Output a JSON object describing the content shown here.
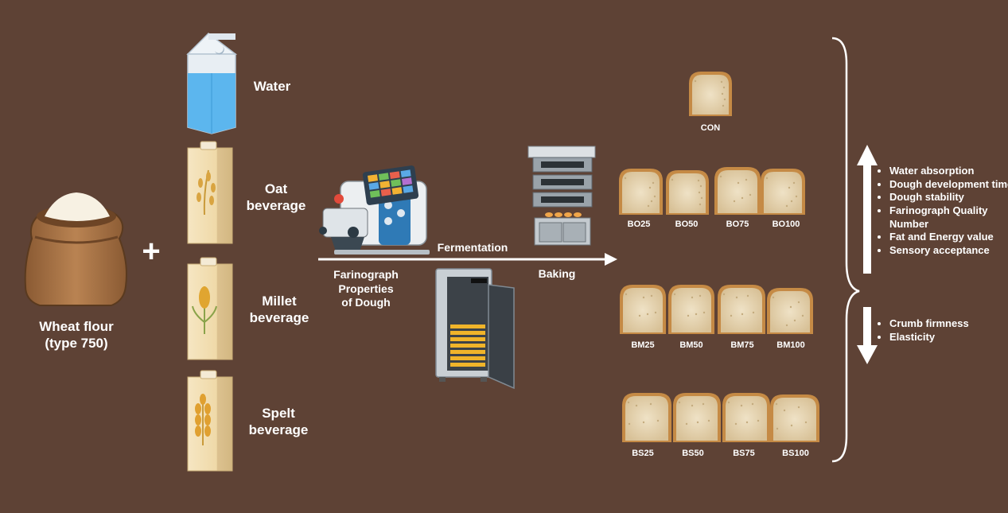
{
  "ingredients": {
    "wheat_flour": "Wheat flour\n(type 750)",
    "plus": "+",
    "water": "Water",
    "oat": "Oat\nbeverage",
    "millet": "Millet\nbeverage",
    "spelt": "Spelt\nbeverage"
  },
  "process": {
    "farinograph": "Farinograph\nProperties\nof Dough",
    "fermentation": "Fermentation",
    "baking": "Baking"
  },
  "samples": {
    "control": "CON",
    "oat": [
      "BO25",
      "BO50",
      "BO75",
      "BO100"
    ],
    "millet": [
      "BM25",
      "BM50",
      "BM75",
      "BM100"
    ],
    "spelt": [
      "BS25",
      "BS50",
      "BS75",
      "BS100"
    ]
  },
  "outcomes": {
    "increase": [
      "Water absorption",
      "Dough development time",
      "Dough stability",
      "Farinograph Quality Number",
      "Fat and Energy value",
      "Sensory acceptance"
    ],
    "decrease": [
      "Crumb firmness",
      "Elasticity"
    ]
  },
  "colors": {
    "background": "#5e4235",
    "carton": "#f1ddb0",
    "water": "#5cb6ee",
    "bread_crust": "#c58a45",
    "bread_crumb": "#e3cfa8",
    "arrow": "#ffffff"
  }
}
